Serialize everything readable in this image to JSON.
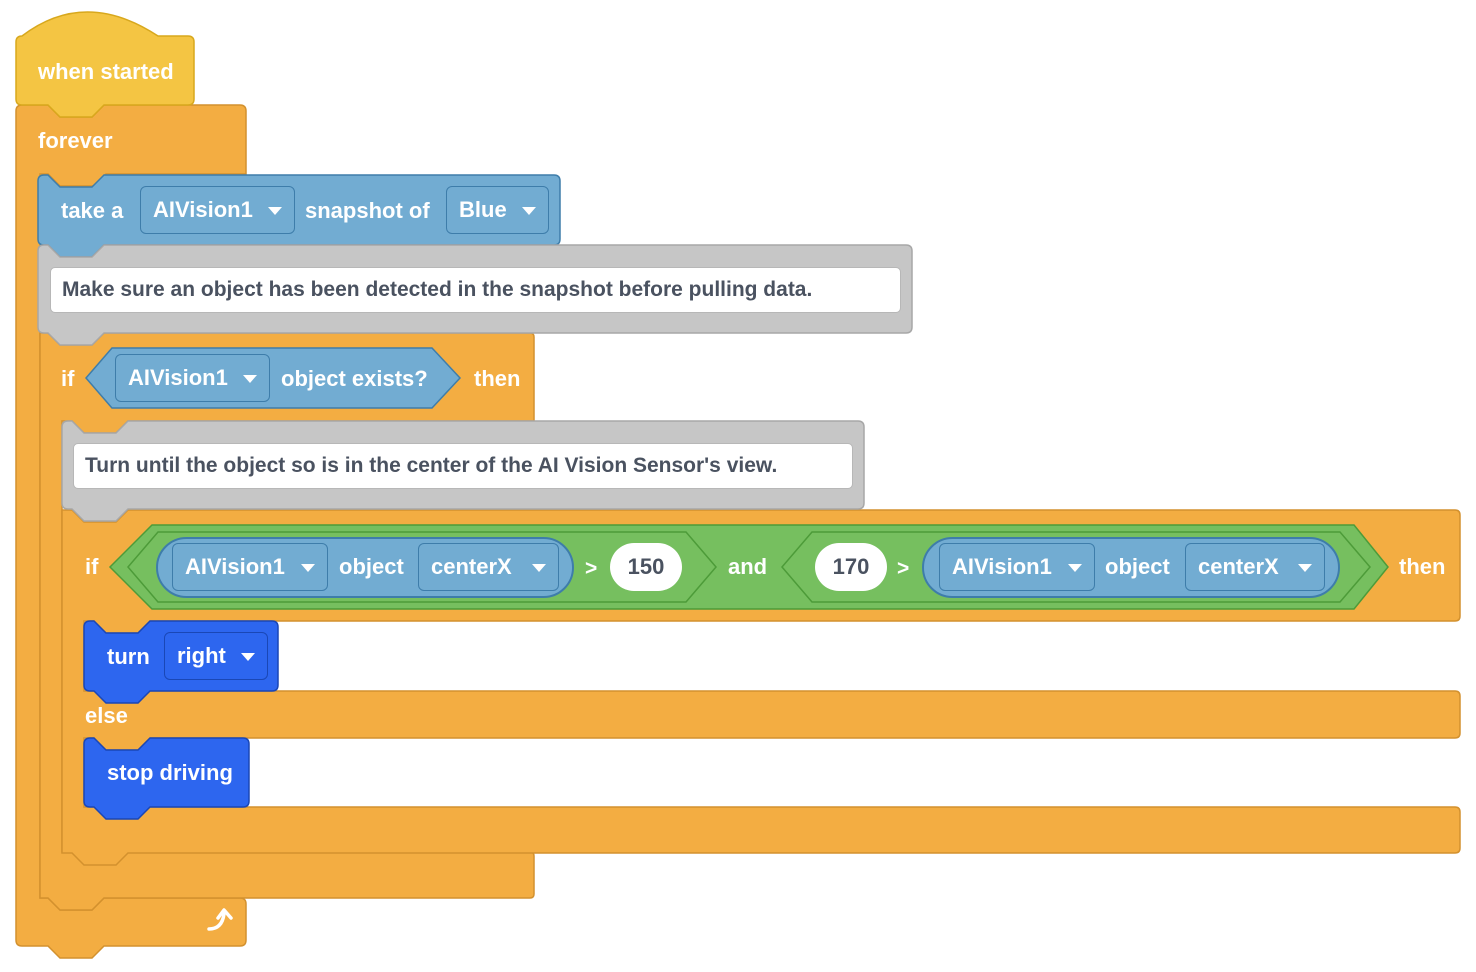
{
  "colors": {
    "event": "#F4C543",
    "control": "#F3AD42",
    "sensing": "#72ACD2",
    "operators": "#76BF5F",
    "drivetrain": "#2D66EF",
    "comment": "#C6C6C6"
  },
  "when_started": {
    "label": "when started"
  },
  "forever": {
    "label": "forever",
    "loop_icon": "loop-arrow-icon"
  },
  "snapshot": {
    "take_label": "take a",
    "sensor": "AIVision1",
    "mid_label": "snapshot of",
    "signature": "Blue"
  },
  "comment1": {
    "text": "Make sure an object has been detected in the snapshot before pulling data."
  },
  "if1": {
    "if_label": "if",
    "sensor": "AIVision1",
    "condition_label": "object exists?",
    "then_label": "then"
  },
  "comment2": {
    "text": "Turn until the object so is in the center of the AI Vision Sensor's view."
  },
  "if2": {
    "if_label": "if",
    "left": {
      "sensor": "AIVision1",
      "object_label": "object",
      "property": "centerX",
      "operator": ">",
      "value": "150"
    },
    "and_label": "and",
    "right": {
      "value": "170",
      "operator": ">",
      "sensor": "AIVision1",
      "object_label": "object",
      "property": "centerX"
    },
    "then_label": "then",
    "else_label": "else"
  },
  "turn": {
    "label": "turn",
    "direction": "right"
  },
  "stop": {
    "label": "stop driving"
  }
}
